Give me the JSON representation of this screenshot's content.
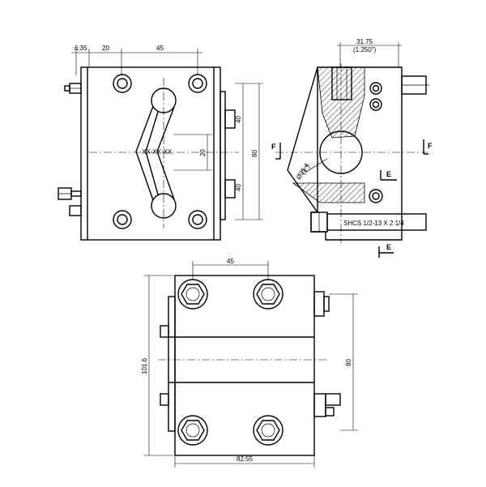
{
  "top_left_view": {
    "dim_left": "6.35",
    "dim_mid": "20",
    "dim_right": "45",
    "dim_upper_right": "40",
    "dim_lower_right": "40",
    "dim_height": "80",
    "dim_slot": "20",
    "slot_marks": "XX-XX-XX"
  },
  "top_right_view": {
    "dim_top": "31.75",
    "dim_top_inch": "(1.250\")",
    "dia_label": "Ø25.4",
    "dia_inch": "(1\")",
    "section_f": "F",
    "section_e": "E",
    "screw_label": "SHCS 1/2-13 X 2 1/4"
  },
  "bottom_view": {
    "dim_top": "45",
    "dim_height": "101.6",
    "dim_right": "80",
    "dim_width": "82.55"
  }
}
